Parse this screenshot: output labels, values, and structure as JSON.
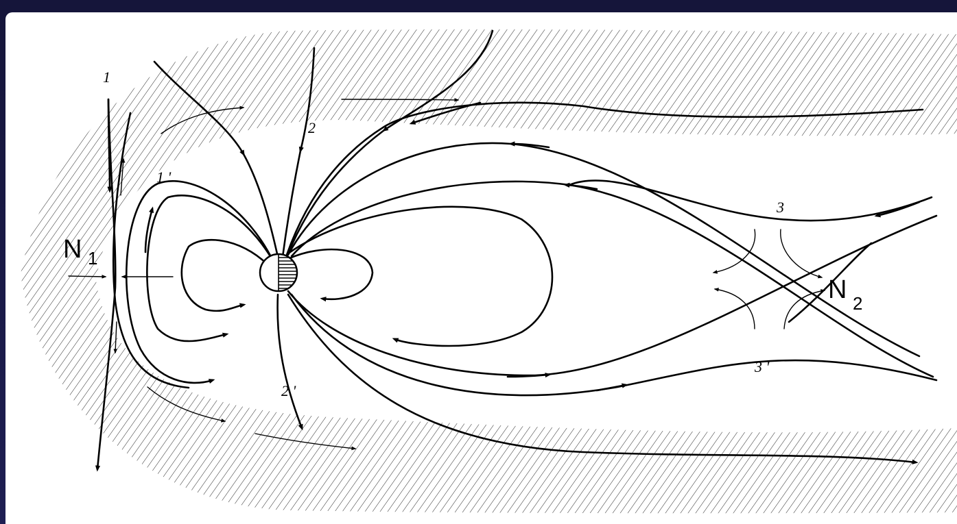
{
  "labels": {
    "field_1": "1",
    "field_1p": "1 '",
    "field_2": "2",
    "field_2p": "2 '",
    "field_3": "3",
    "field_3p": "3 '",
    "neutral_1": "N",
    "neutral_1_sub": "1",
    "neutral_2": "N",
    "neutral_2_sub": "2"
  },
  "colors": {
    "frame": "#1b1b46",
    "panel": "#ffffff",
    "ink": "#000000"
  }
}
